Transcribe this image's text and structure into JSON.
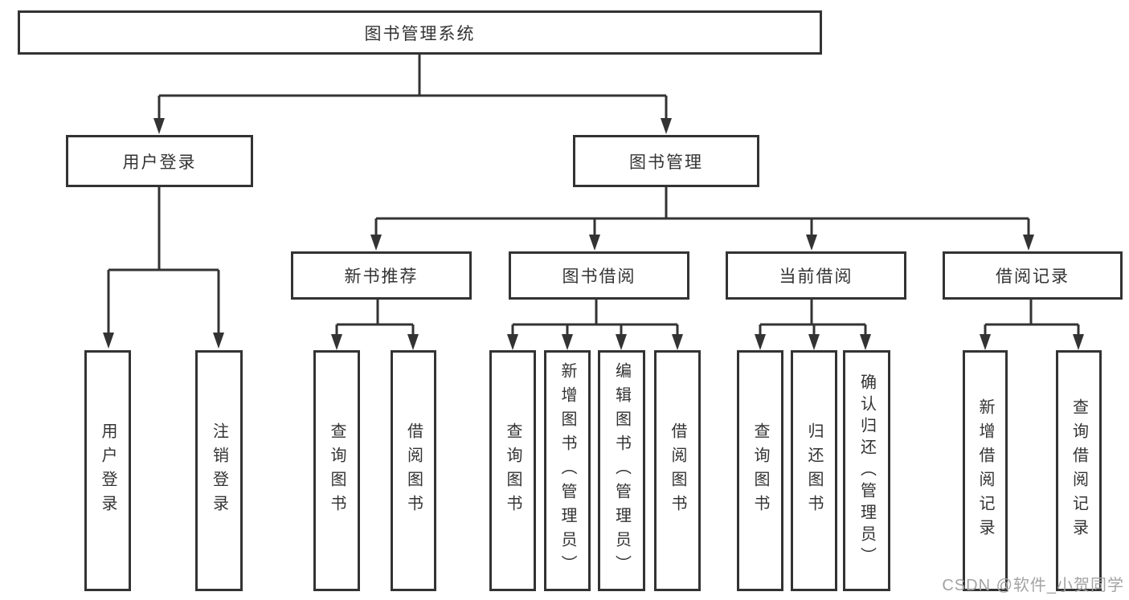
{
  "diagram": {
    "colors": {
      "line": "#333333",
      "box_border": "#333333",
      "text": "#333333",
      "watermark": "#a3a3a3",
      "background": "#ffffff"
    },
    "nodes": {
      "root": {
        "label": "图书管理系统"
      },
      "user_login": {
        "label": "用户登录"
      },
      "book_management": {
        "label": "图书管理"
      },
      "new_book_recommend": {
        "label": "新书推荐"
      },
      "book_borrow": {
        "label": "图书借阅"
      },
      "current_borrow": {
        "label": "当前借阅"
      },
      "borrow_record": {
        "label": "借阅记录"
      },
      "leaf_user_login": {
        "label": "用户登录"
      },
      "leaf_logout": {
        "label": "注销登录"
      },
      "leaf_query_book_1": {
        "label": "查询图书"
      },
      "leaf_borrow_book_1": {
        "label": "借阅图书"
      },
      "leaf_query_book_2": {
        "label": "查询图书"
      },
      "leaf_add_book": {
        "label": "新增图书（管理员）"
      },
      "leaf_edit_book": {
        "label": "编辑图书（管理员）"
      },
      "leaf_borrow_book_2": {
        "label": "借阅图书"
      },
      "leaf_query_book_3": {
        "label": "查询图书"
      },
      "leaf_return_book": {
        "label": "归还图书"
      },
      "leaf_confirm_return": {
        "label": "确认归还（管理员）"
      },
      "leaf_add_borrow_record": {
        "label": "新增借阅记录"
      },
      "leaf_query_borrow_record": {
        "label": "查询借阅记录"
      }
    },
    "hierarchy": {
      "root": [
        "user_login",
        "book_management"
      ],
      "user_login": [
        "leaf_user_login",
        "leaf_logout"
      ],
      "book_management": [
        "new_book_recommend",
        "book_borrow",
        "current_borrow",
        "borrow_record"
      ],
      "new_book_recommend": [
        "leaf_query_book_1",
        "leaf_borrow_book_1"
      ],
      "book_borrow": [
        "leaf_query_book_2",
        "leaf_add_book",
        "leaf_edit_book",
        "leaf_borrow_book_2"
      ],
      "current_borrow": [
        "leaf_query_book_3",
        "leaf_return_book",
        "leaf_confirm_return"
      ],
      "borrow_record": [
        "leaf_add_borrow_record",
        "leaf_query_borrow_record"
      ]
    },
    "watermark": {
      "text": "CSDN @软件_小贺同学"
    }
  }
}
